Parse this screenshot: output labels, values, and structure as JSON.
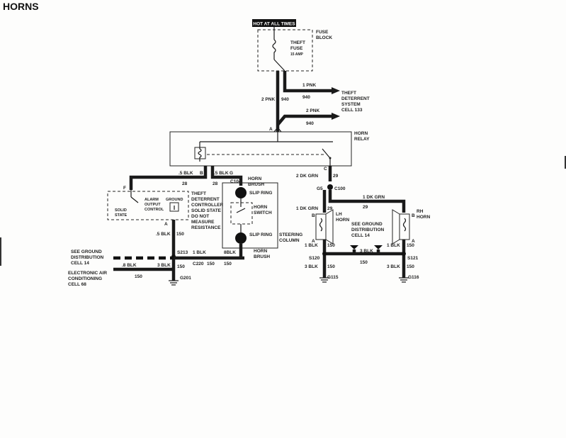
{
  "page_title": "HORNS",
  "power_label": "HOT AT ALL TIMES",
  "fuse_block": {
    "label_1": "FUSE",
    "label_2": "BLOCK",
    "fuse_1": "THEFT",
    "fuse_2": "FUSE",
    "fuse_3": "15 AMP"
  },
  "wires": {
    "w_2pnk_label": "2 PNK",
    "w_940a": "940",
    "w_1pnk_label": "1 PNK",
    "w_940b": "940",
    "w_2pnk_b_label": "2 PNK",
    "w_940c": "940",
    "w_5blk_left": ".5 BLK",
    "w_28_left": "28",
    "w_5blk_mid": ".5 BLK",
    "w_28_mid": "28",
    "w_2dkgrn": "2 DK GRN",
    "w_29a": "29",
    "w_1dkgrn_top": "1 DK GRN",
    "w_29b": "29",
    "w_1dkgrn_left": "1 DK GRN",
    "w_29c": "29",
    "w_5blk_150": ".5 BLK",
    "w_150a": "150",
    "w_1blk_c220": "1 BLK",
    "w_150b": "150",
    "w_8blk_horn": "8BLK",
    "w_150c": "150",
    "w_8blk_elec": ".8 BLK",
    "w_150d": "150",
    "w_3blk_g201": "3 BLK",
    "w_150e": "150",
    "w_1blk_lh": "1 BLK",
    "w_150f": "150",
    "w_3blk_s120": "3 BLK",
    "w_150g": "150",
    "w_3blk_mid": "3 BLK",
    "w_150h": "150",
    "w_1blk_rh": "1 BLK",
    "w_150i": "150",
    "w_3blk_s121": "3 BLK",
    "w_150j": "150"
  },
  "theft_system": {
    "line_1": "THEFT",
    "line_2": "DETERRENT",
    "line_3": "SYSTEM",
    "line_4": "CELL 133"
  },
  "horn_relay": {
    "line_1": "HORN",
    "line_2": "RELAY"
  },
  "connectors": {
    "a_top": "A",
    "b_left": "B",
    "g_mid": "G",
    "c104": "C104",
    "c_right": "C",
    "g5": "G5",
    "c100": "C100",
    "f_left": "F",
    "a_ctrl": "A",
    "b_lh": "B",
    "a_lh": "A",
    "b_rh": "B",
    "a_rh": "A",
    "c220": "C220"
  },
  "controller": {
    "title_1": "THEFT",
    "title_2": "DETERRENT",
    "title_3": "CONTROLLER",
    "note_1": "SOLID STATE",
    "note_2": "DO NOT",
    "note_3": "MEASURE",
    "note_4": "RESISTANCE",
    "solid_1": "SOLID",
    "solid_2": "STATE",
    "alarm_1": "ALARM",
    "alarm_2": "OUTPUT",
    "alarm_3": "CONTROL",
    "ground": "GROUND"
  },
  "steering": {
    "horn_brush_top_1": "HORN",
    "horn_brush_top_2": "BRUSH",
    "slip_ring_top": "SLIP RING",
    "horn_switch_1": "HORN",
    "horn_switch_2": "SWITCH",
    "slip_ring_bottom": "SLIP RING",
    "column_1": "STEERING",
    "column_2": "COLUMN",
    "horn_brush_bottom_1": "HORN",
    "horn_brush_bottom_2": "BRUSH"
  },
  "horns": {
    "lh_1": "LH",
    "lh_2": "HORN",
    "rh_1": "RH",
    "rh_2": "HORN",
    "see_gd_1": "SEE GROUND",
    "see_gd_2": "DISTRIBUTION",
    "see_gd_3": "CELL 14"
  },
  "splices": {
    "s213": "S213",
    "s120": "S120",
    "s121": "S121"
  },
  "grounds": {
    "g201": "G201",
    "g115": "G115",
    "g116": "G116"
  },
  "left_refs": {
    "see_ground_1": "SEE GROUND",
    "see_ground_2": "DISTRIBUTION",
    "see_ground_3": "CELL 14",
    "elec_air_1": "ELECTRONIC AIR",
    "elec_air_2": "CONDITIONING",
    "elec_air_3": "CELL 68"
  }
}
